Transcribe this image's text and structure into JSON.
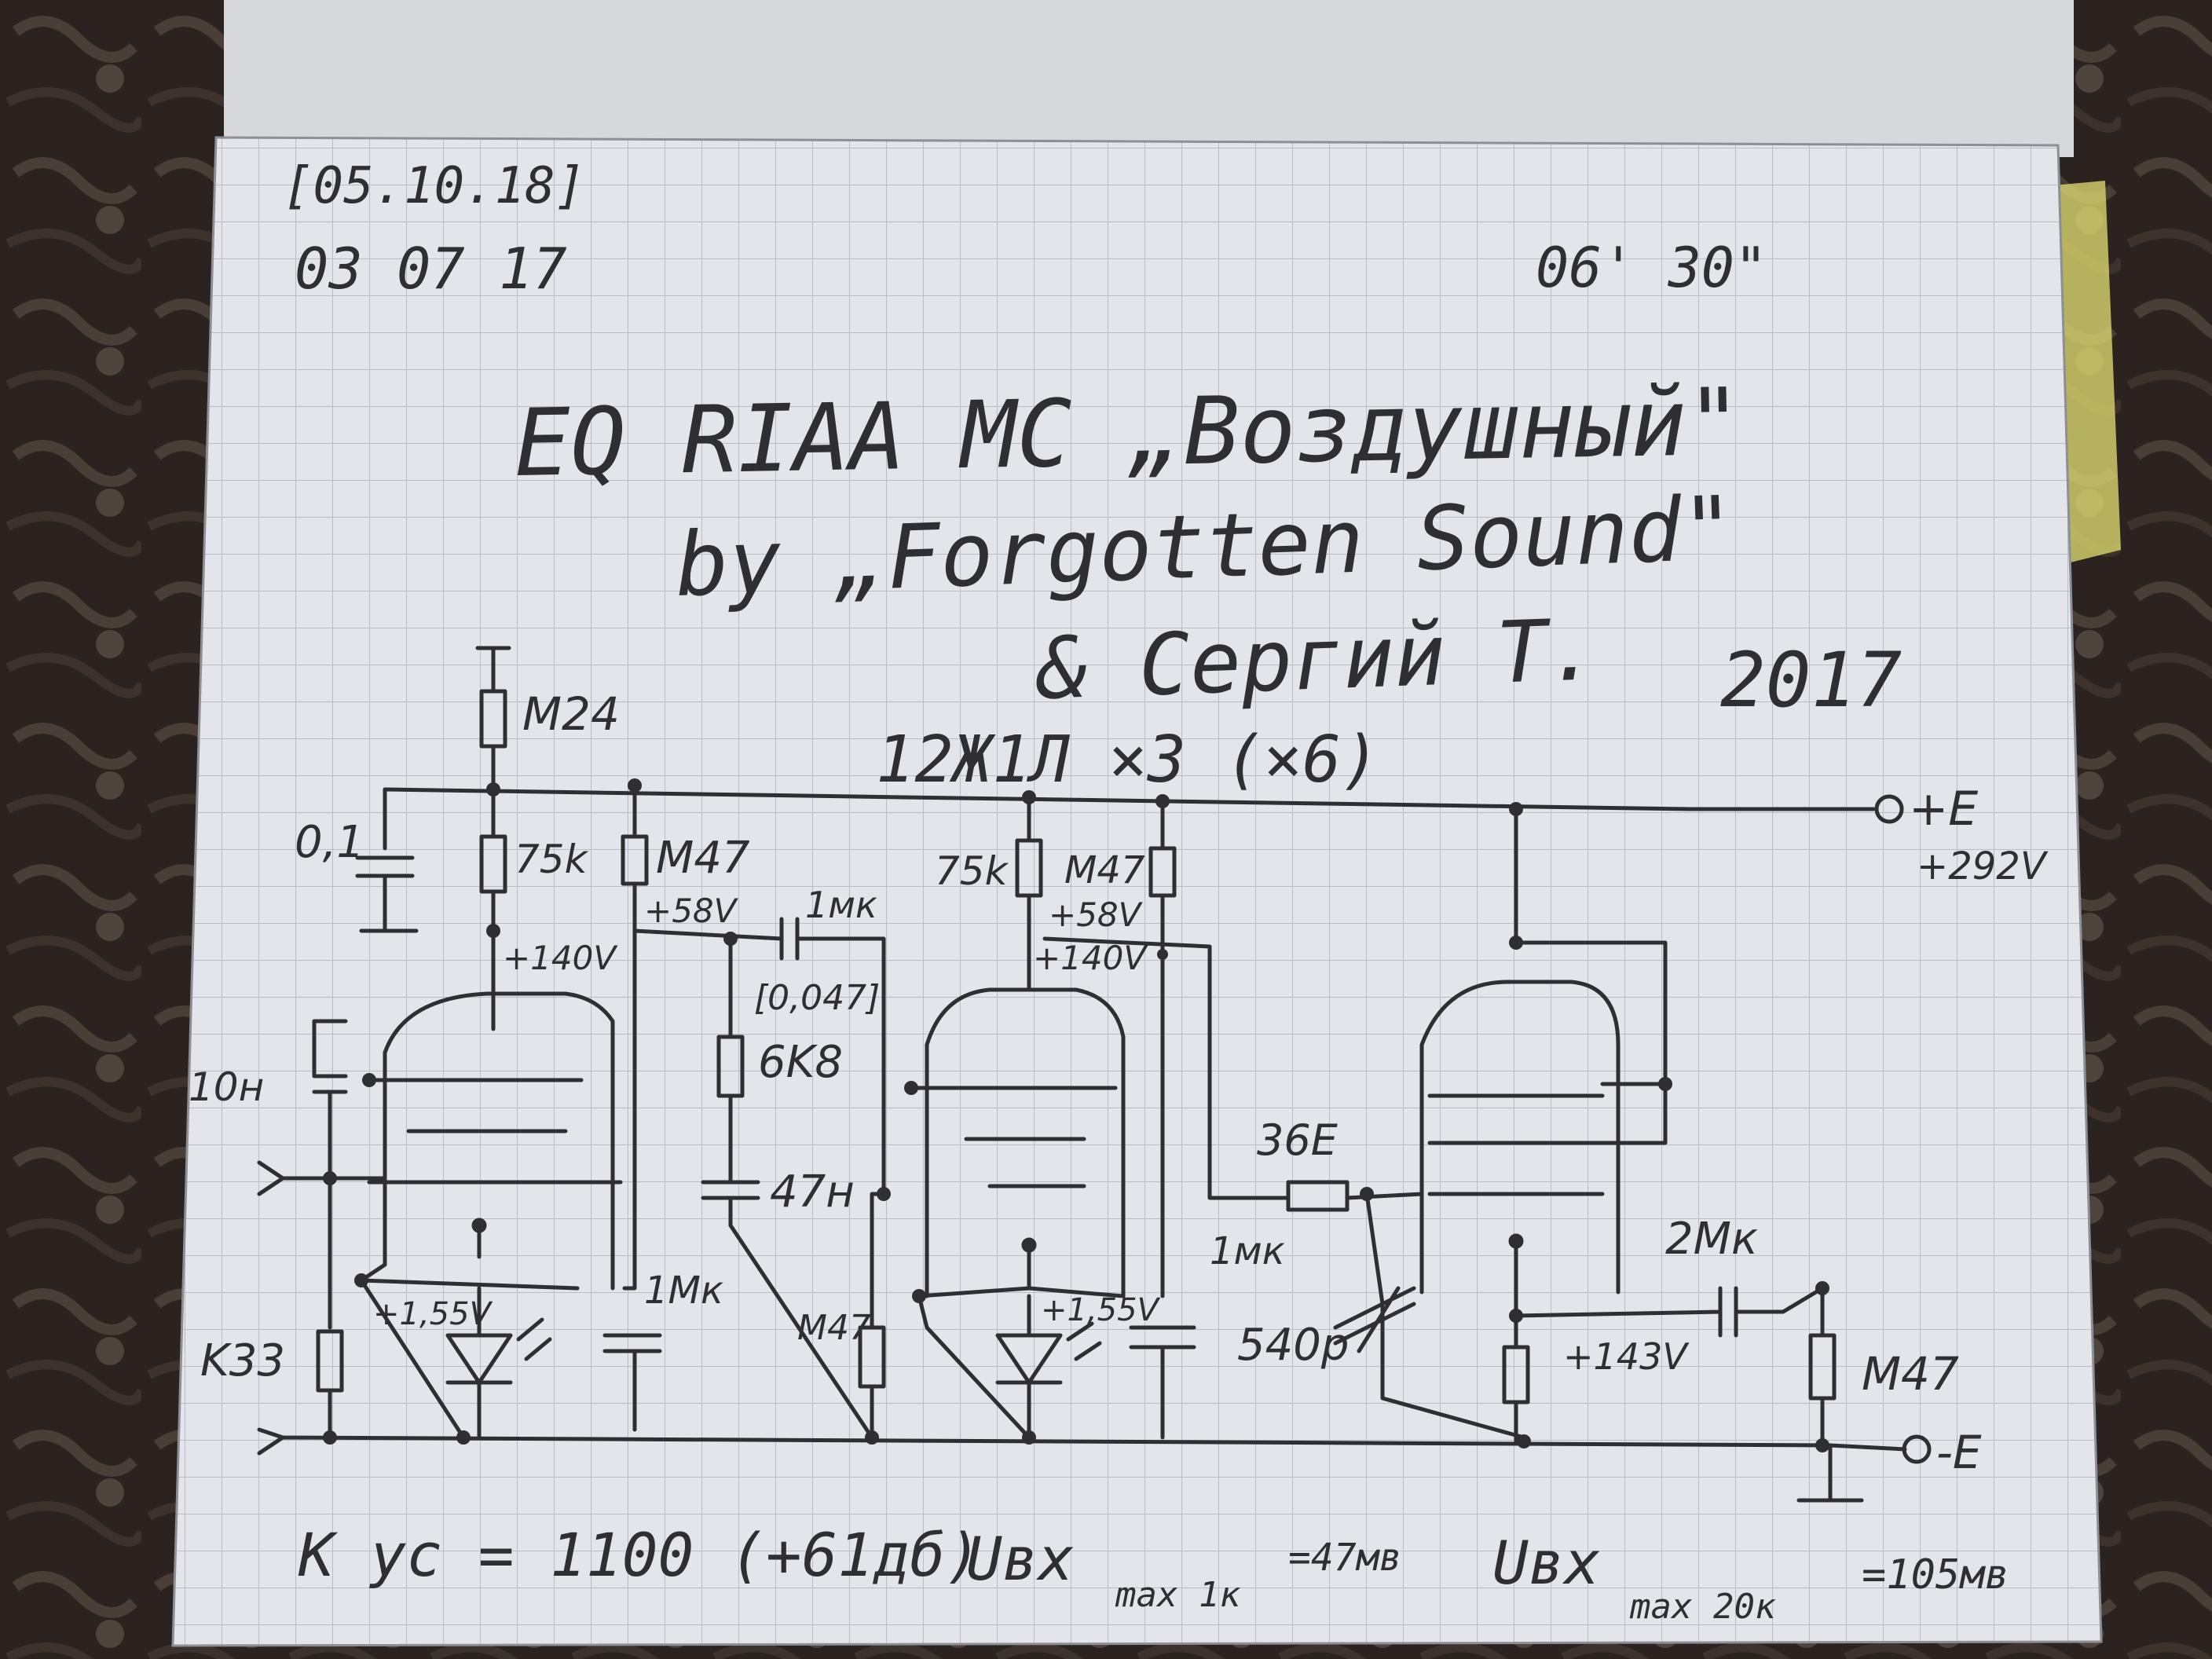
{
  "header": {
    "date_bracketed": "[05.10.18]",
    "date": "03 07 17",
    "time": "06' 30\""
  },
  "title": {
    "line1": "EQ RIAA MC „Воздушный\"",
    "line2": "by „Forgotten Sound\"",
    "line3": "& Сергий Т.",
    "year": "2017",
    "tube": "12Ж1Л ×3 (×6)"
  },
  "components": {
    "r_top": "M24",
    "c_supply": "0,1",
    "r_anode1": "75k",
    "r_screen1": "M47",
    "v_screen1": "+58V",
    "v_anode1": "+140V",
    "c_couple1": "1мк",
    "c_couple1_alt": "[0,047]",
    "r_eq": "6K8",
    "c_eq": "47н",
    "c_input": "10н",
    "r_input": "K33",
    "v_led1": "+1,55V",
    "c_screen1": "1Мк",
    "r_grid2": "M47",
    "r_anode2": "75k",
    "r_screen2": "M47",
    "v_screen2": "+58V",
    "v_anode2": "+140V",
    "v_led2": "+1,55V",
    "c_screen2": "1мк",
    "r_grid3": "36E",
    "c_trim": "540p",
    "v_cathode3": "+143V",
    "c_out": "2Мк",
    "r_out": "M47",
    "supply_pos": "+E",
    "supply_voltage": "+292V",
    "supply_neg": "-E"
  },
  "footer": {
    "gain": "K ус = 1100 (+61дб)",
    "uin1": "Uвх",
    "uin1_sub": "max 1к",
    "uin1_val": "=47мв",
    "uin2": "Uвх",
    "uin2_sub": "max 20к",
    "uin2_val": "=105мв"
  },
  "colors": {
    "paper": "#e4e5ea",
    "grid": "#b9bcc6",
    "ink": "#2f2f33",
    "background": "#2a221f"
  }
}
